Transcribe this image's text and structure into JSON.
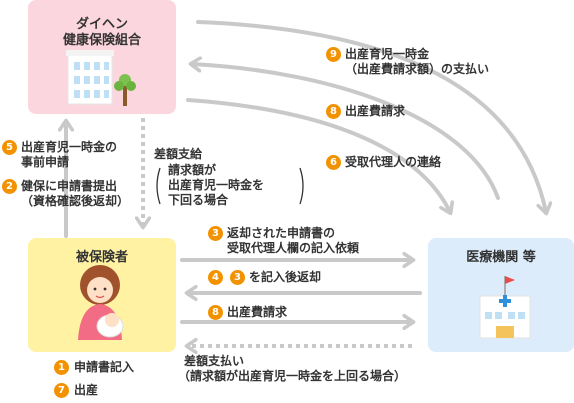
{
  "colors": {
    "insurer_box": "#fbd6de",
    "insured_box": "#fff3a3",
    "hospital_box": "#dcecfa",
    "arrow_gray": "#c9c9c9",
    "badge_orange": "#f29200"
  },
  "insurer": {
    "title_line1": "ダイヘン",
    "title_line2": "健康保険組合"
  },
  "insured": {
    "title": "被保険者"
  },
  "hospital": {
    "title": "医療機関 等"
  },
  "steps": {
    "s9": {
      "num": "9",
      "line1": "出産育児一時金",
      "line2": "（出産費請求額）の支払い"
    },
    "s8a": {
      "num": "8",
      "text": "出産費請求"
    },
    "s6": {
      "num": "6",
      "text": "受取代理人の連絡"
    },
    "s5": {
      "num": "5",
      "line1": "出産育児一時金の",
      "line2": "事前申請"
    },
    "s2": {
      "num": "2",
      "line1": "健保に申請書提出",
      "line2": "（資格確認後返却）"
    },
    "s3": {
      "num": "3",
      "line1": "返却された申請書の",
      "line2": "受取代理人欄の記入依頼"
    },
    "s4": {
      "num": "4",
      "num_inner": "3",
      "text": "を記入後返却"
    },
    "s8b": {
      "num": "8",
      "text": "出産費請求"
    },
    "s1": {
      "num": "1",
      "text": "申請書記入"
    },
    "s7": {
      "num": "7",
      "text": "出産"
    }
  },
  "diff_payment_insurer": {
    "title": "差額支給",
    "line1": "請求額が",
    "line2": "出産育児一時金を",
    "line3": "下回る場合"
  },
  "diff_payment_hospital": {
    "line1": "差額支払い",
    "line2": "（請求額が出産育児一時金を上回る場合）"
  },
  "icons": [
    "office-building-icon",
    "tree-icon",
    "mother-baby-icon",
    "hospital-building-icon"
  ]
}
